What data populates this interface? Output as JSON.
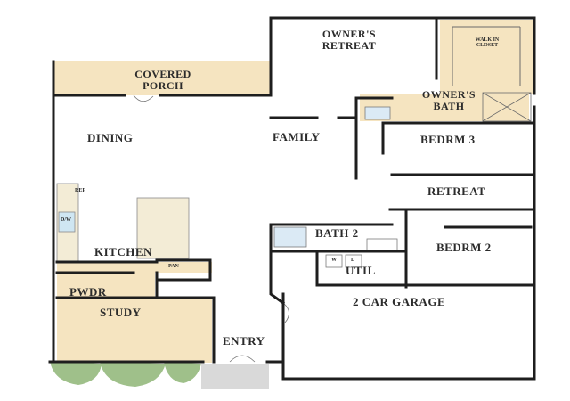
{
  "floor_plan": {
    "rooms": {
      "owners_retreat": [
        "OWNER'S",
        "RETREAT"
      ],
      "walk_in_closet": [
        "WALK IN",
        "CLOSET"
      ],
      "owners_bath": [
        "OWNER'S",
        "BATH"
      ],
      "covered_porch": [
        "COVERED",
        "PORCH"
      ],
      "dining": "DINING",
      "family": "FAMILY",
      "bedroom_3": "BEDRM 3",
      "retreat": "RETREAT",
      "bath_2": "BATH 2",
      "bedroom_2": "BEDRM 2",
      "util": "UTIL",
      "kitchen": "KITCHEN",
      "pantry": "PAN",
      "powder": "PWDR",
      "study": "STUDY",
      "garage": "2 CAR GARAGE",
      "entry": "ENTRY"
    },
    "fixtures": {
      "refrigerator": "REF",
      "dishwasher": "D/W",
      "washer": "W",
      "dryer": "D"
    },
    "colors": {
      "wall": "#1e1e1e",
      "tan_floor": "#f5e4c0",
      "landscape": "#9fc08a",
      "walkway": "#d9d9d9",
      "counter": "#f3ecd6"
    }
  }
}
